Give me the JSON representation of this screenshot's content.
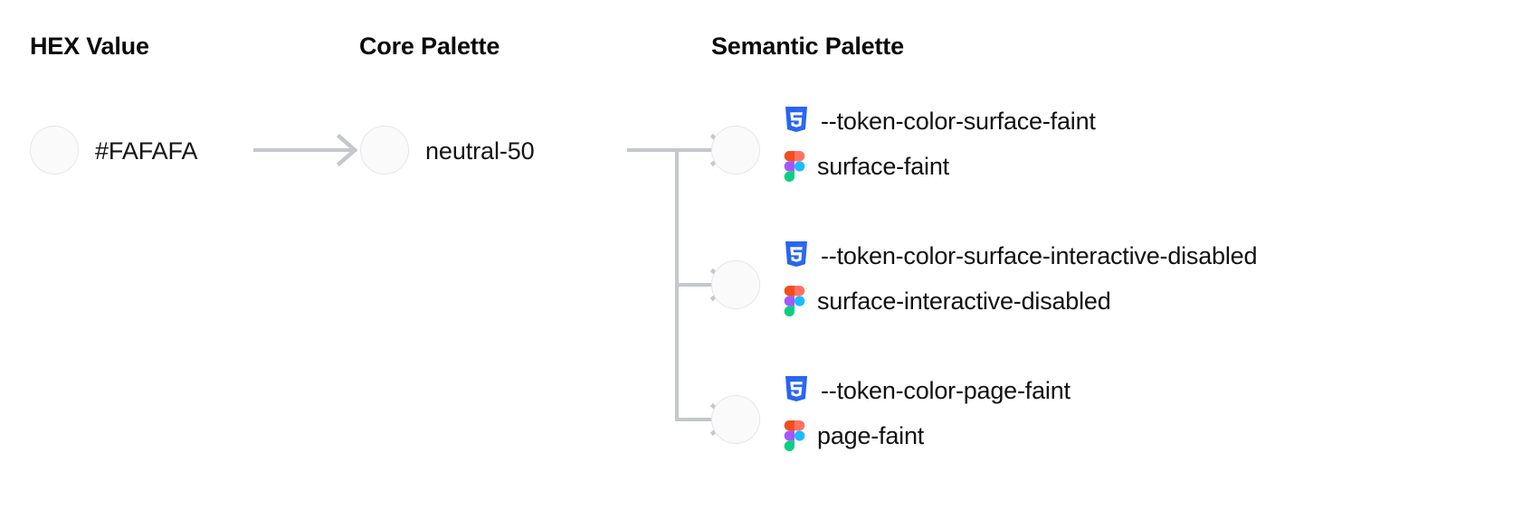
{
  "columns": {
    "hex": "HEX Value",
    "core": "Core Palette",
    "semantic": "Semantic Palette"
  },
  "hex": {
    "swatch_color": "#FAFAFA",
    "label": "#FAFAFA"
  },
  "core": {
    "swatch_color": "#FAFAFA",
    "label": "neutral-50"
  },
  "semantic": {
    "rows": [
      {
        "swatch_color": "#FAFAFA",
        "css_variable": "--token-color-surface-faint",
        "figma_token": "surface-faint"
      },
      {
        "swatch_color": "#FAFAFA",
        "css_variable": "--token-color-surface-interactive-disabled",
        "figma_token": "surface-interactive-disabled"
      },
      {
        "swatch_color": "#FAFAFA",
        "css_variable": "--token-color-page-faint",
        "figma_token": "page-faint"
      }
    ]
  },
  "icons": {
    "css_icon_name": "css3-shield-icon",
    "figma_icon_name": "figma-logo-icon",
    "arrow_icon_name": "arrow-right-icon"
  },
  "colors": {
    "swatch_border": "#E7E7EA",
    "connector": "#C5C7CE",
    "css_blue": "#2864F0",
    "figma_orange": "#F24E1E",
    "figma_purple": "#A259FF",
    "figma_blue": "#1ABCFE",
    "figma_green": "#0ACF83",
    "text": "#111111"
  }
}
